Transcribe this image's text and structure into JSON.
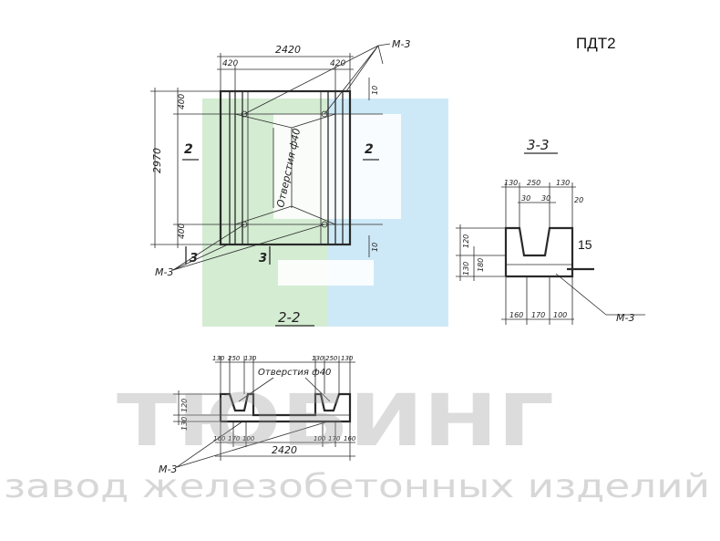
{
  "product_code": "ПДТ2",
  "plan": {
    "dim_total_width": "2420",
    "dim_left_edge": "420",
    "dim_right_edge": "420",
    "dim_height": "2970",
    "dim_top_offset": "400",
    "dim_bottom_offset": "400",
    "dim_right_top": "10",
    "dim_right_bottom": "10",
    "label_section_left": "2",
    "label_section_right": "2",
    "label_section_3a": "3",
    "label_section_3b": "3",
    "holes_note": "Отверстия ф40",
    "mark_top": "М-3",
    "mark_bottom": "М-3"
  },
  "section_33": {
    "title": "3-3",
    "dim_top_a": "130",
    "dim_top_b": "250",
    "dim_top_c": "130",
    "dim_mid_a": "30",
    "dim_mid_b": "30",
    "dim_right": "20",
    "dim_left_top": "120",
    "dim_left_mid": "130",
    "dim_left_low": "180",
    "dim_right_15": "15",
    "dim_bot_a": "160",
    "dim_bot_b": "170",
    "dim_bot_c": "100",
    "mark": "М-3"
  },
  "section_22": {
    "title": "2-2",
    "holes_note": "Отверстия ф40",
    "dim_top_l1": "130",
    "dim_top_l2": "250",
    "dim_top_l3": "130",
    "dim_top_r1": "130",
    "dim_top_r2": "250",
    "dim_top_r3": "130",
    "dim_left_top": "120",
    "dim_left_bot": "130",
    "dim_bot_l1": "160",
    "dim_bot_l2": "170",
    "dim_bot_l3": "100",
    "dim_bot_r1": "100",
    "dim_bot_r2": "170",
    "dim_bot_r3": "160",
    "dim_total": "2420",
    "mark": "М-3"
  },
  "watermark": {
    "brand": "ТЮБИНГ",
    "tagline": "завод железобетонных изделий",
    "logo_colors": [
      "#c8e8c8",
      "#bfe3f5"
    ]
  }
}
